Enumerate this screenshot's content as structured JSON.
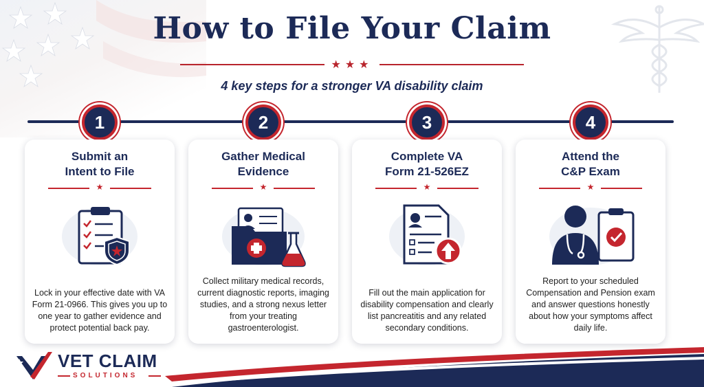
{
  "header": {
    "title": "How to File Your Claim",
    "stars": "★★★",
    "subtitle": "4 key steps for a stronger VA disability claim"
  },
  "steps": [
    {
      "number": "1",
      "title_line1": "Submit an",
      "title_line2": "Intent to File",
      "icon": "clipboard-shield-icon",
      "description": "Lock in your effective date with VA Form 21-0966. This gives you up to one year to gather evidence and protect potential back pay."
    },
    {
      "number": "2",
      "title_line1": "Gather Medical",
      "title_line2": "Evidence",
      "icon": "medical-folder-flask-icon",
      "description": "Collect military medical records, current diagnostic reports, imaging studies, and a strong nexus letter from your treating gastroenterologist."
    },
    {
      "number": "3",
      "title_line1": "Complete VA",
      "title_line2": "Form 21-526EZ",
      "icon": "form-upload-icon",
      "description": "Fill out the main application for disability compensation and clearly list pancreatitis and any related secondary conditions."
    },
    {
      "number": "4",
      "title_line1": "Attend the",
      "title_line2": "C&P Exam",
      "icon": "doctor-checklist-icon",
      "description": "Report to your scheduled Compensation and Pension exam and answer questions honestly about how your symptoms affect daily life."
    }
  ],
  "branding": {
    "name": "VET CLAIM",
    "tagline": "SOLUTIONS"
  },
  "colors": {
    "navy": "#1c2a57",
    "red": "#c4262e",
    "white": "#ffffff"
  }
}
